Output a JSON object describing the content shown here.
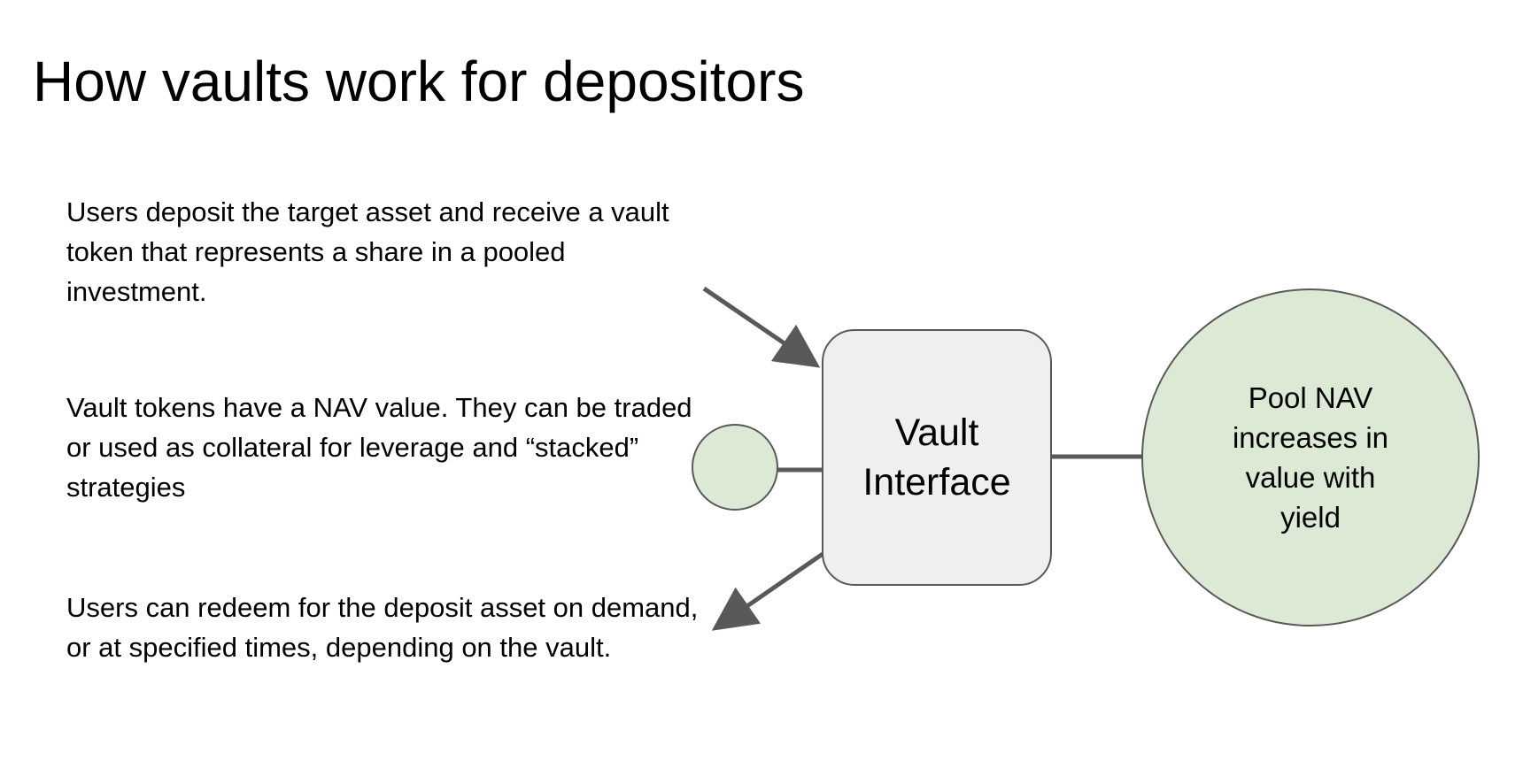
{
  "slide": {
    "title": "How vaults work for depositors"
  },
  "captions": {
    "deposit": "Users deposit the target asset and receive a vault token that represents a share in a pooled investment.",
    "nav": "Vault tokens have a NAV value. They can be traded or used as collateral for leverage and “stacked” strategies",
    "redeem": "Users can redeem for the deposit asset on demand, or at specified times, depending on the vault."
  },
  "nodes": {
    "vault_interface": "Vault Interface",
    "pool": "Pool NAV increases in value with yield"
  },
  "colors": {
    "pool_fill": "#dce9d5",
    "token_fill": "#dce9d5",
    "vault_fill": "#efefef",
    "stroke": "#595959"
  }
}
